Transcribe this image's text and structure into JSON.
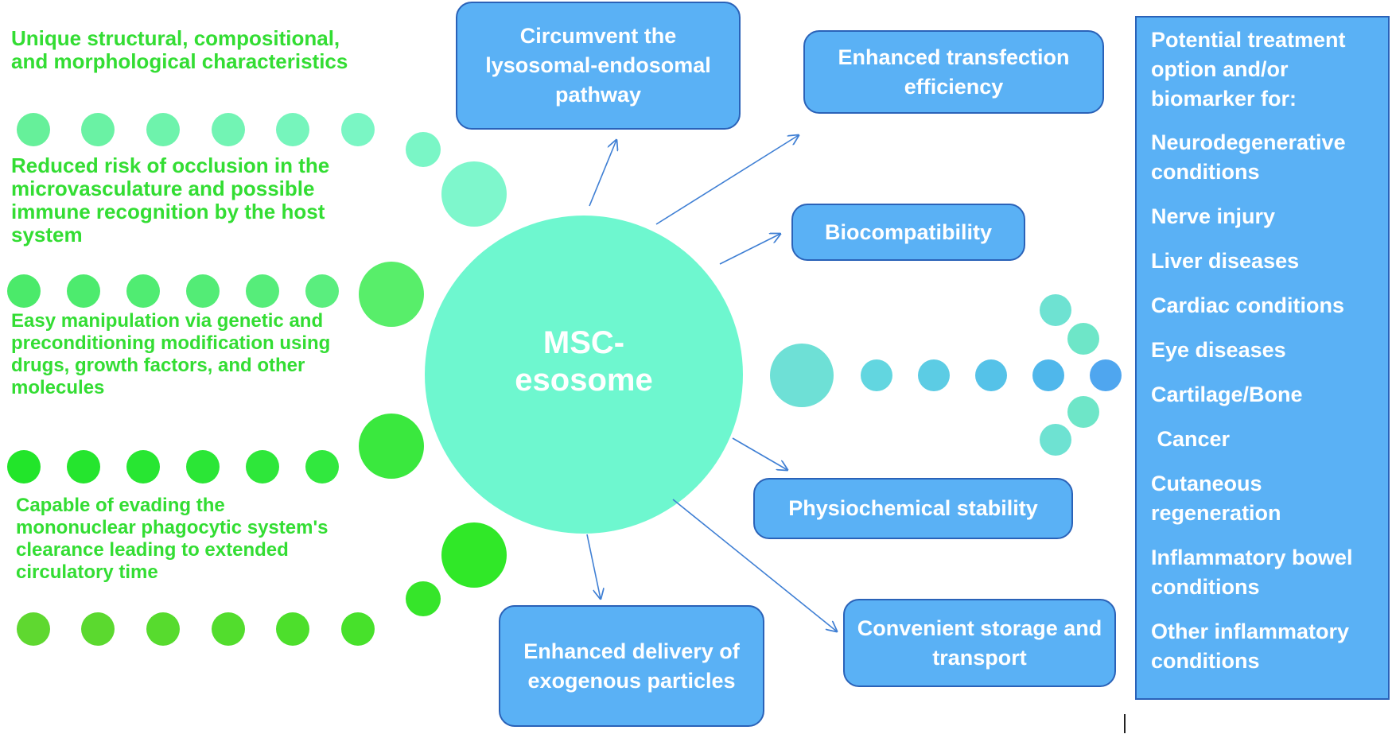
{
  "center": {
    "label": "MSC-\nesosome"
  },
  "left_features": [
    "Unique structural, compositional, and morphological characteristics",
    "Reduced risk of occlusion in the microvasculature and possible immune recognition by the host system",
    "Easy manipulation via genetic and preconditioning modification using drugs, growth factors, and other molecules",
    "Capable of evading the mononuclear phagocytic system's clearance leading to extended circulatory time"
  ],
  "boxes": {
    "circumvent": "Circumvent the lysosomal-endosomal pathway",
    "transfection": "Enhanced transfection efficiency",
    "biocompatibility": "Biocompatibility",
    "stability": "Physiochemical stability",
    "storage": "Convenient storage and transport",
    "delivery": "Enhanced delivery of exogenous particles"
  },
  "panel": {
    "heading": "Potential treatment option and/or biomarker for:",
    "items": [
      "Neurodegenerative conditions",
      "Nerve injury",
      "Liver diseases",
      "Cardiac conditions",
      "Eye diseases",
      "Cartilage/Bone",
      " Cancer",
      "Cutaneous regeneration",
      "Inflammatory bowel conditions",
      "Other inflammatory conditions"
    ]
  },
  "colors": {
    "center_circle": "#6ef7cf",
    "green_text": "#33dd33",
    "box_fill": "#5ab1f5",
    "box_border": "#2a62b8",
    "arrow": "#3f7fd4"
  }
}
